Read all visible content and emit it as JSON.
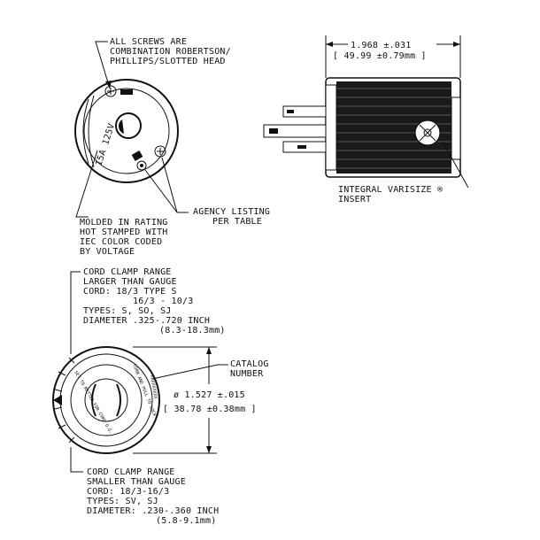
{
  "top_view": {
    "screws_note": [
      "ALL SCREWS ARE",
      "COMBINATION ROBERTSON/",
      "PHILLIPS/SLOTTED HEAD"
    ],
    "rating_note": [
      "MOLDED IN RATING",
      "HOT STAMPED WITH",
      "IEC COLOR CODED",
      "BY VOLTAGE"
    ],
    "agency_note": [
      "AGENCY LISTING",
      "PER TABLE"
    ],
    "face_rating_text": "15A 125V"
  },
  "side_view": {
    "length_in": "1.968 ±.031",
    "length_mm": "[ 49.99 ±0.79mm ]",
    "insert_note": [
      "INTEGRAL VARISIZE ®",
      "INSERT"
    ]
  },
  "bottom_view": {
    "larger_clamp": [
      "CORD CLAMP RANGE",
      "LARGER THAN GAUGE",
      "CORD: 18/3 TYPE S",
      "16/3 - 10/3",
      "TYPES: S, SO, SJ",
      "DIAMETER .325-.720 INCH",
      "(8.3-18.3mm)"
    ],
    "smaller_clamp": [
      "CORD CLAMP RANGE",
      "SMALLER THAN GAUGE",
      "CORD: 18/3-16/3",
      "TYPES: SV, SJ",
      "DIAMETER: .230-.360 INCH",
      "(5.8-9.1mm)"
    ],
    "catalog_note": [
      "CATALOG",
      "NUMBER"
    ],
    "diameter_in": "ø 1.527 ±.015",
    "diameter_mm": "[ 38.78 ±0.38mm ]",
    "catalog_mark": "XXXXXXXXX",
    "arrow_text": "TURN AND PULL TO LOCK",
    "ring_text": "SET TO MATTER FOR CORD O.D."
  }
}
